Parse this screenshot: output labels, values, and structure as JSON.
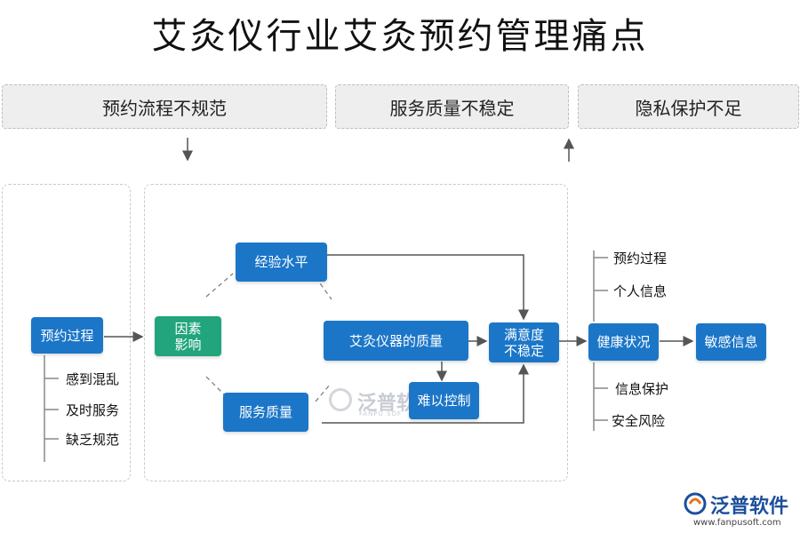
{
  "title": "艾灸仪行业艾灸预约管理痛点",
  "categories": [
    "预约流程不规范",
    "服务质量不稳定",
    "隐私保护不足"
  ],
  "left": {
    "main": "预约过程",
    "items": [
      "感到混乱",
      "及时服务",
      "缺乏规范"
    ]
  },
  "center": {
    "factor_line1": "因素",
    "factor_line2": "影响",
    "experience": "经验水平",
    "service_quality": "服务质量",
    "device_quality": "艾灸仪器的质量",
    "hard_control": "难以控制",
    "satisfaction_line1": "满意度",
    "satisfaction_line2": "不稳定"
  },
  "right": {
    "health": "健康状况",
    "sensitive": "敏感信息",
    "top_items": [
      "预约过程",
      "个人信息"
    ],
    "bottom_items": [
      "信息保护",
      "安全风险"
    ]
  },
  "watermark": {
    "name": "泛普软",
    "sub": "FANPU SOF"
  },
  "logo": {
    "name": "泛普软件",
    "url": "www.fanpusoft.com"
  },
  "colors": {
    "box": "#1b76c8",
    "factor": "#22a57d",
    "line": "#555555"
  }
}
